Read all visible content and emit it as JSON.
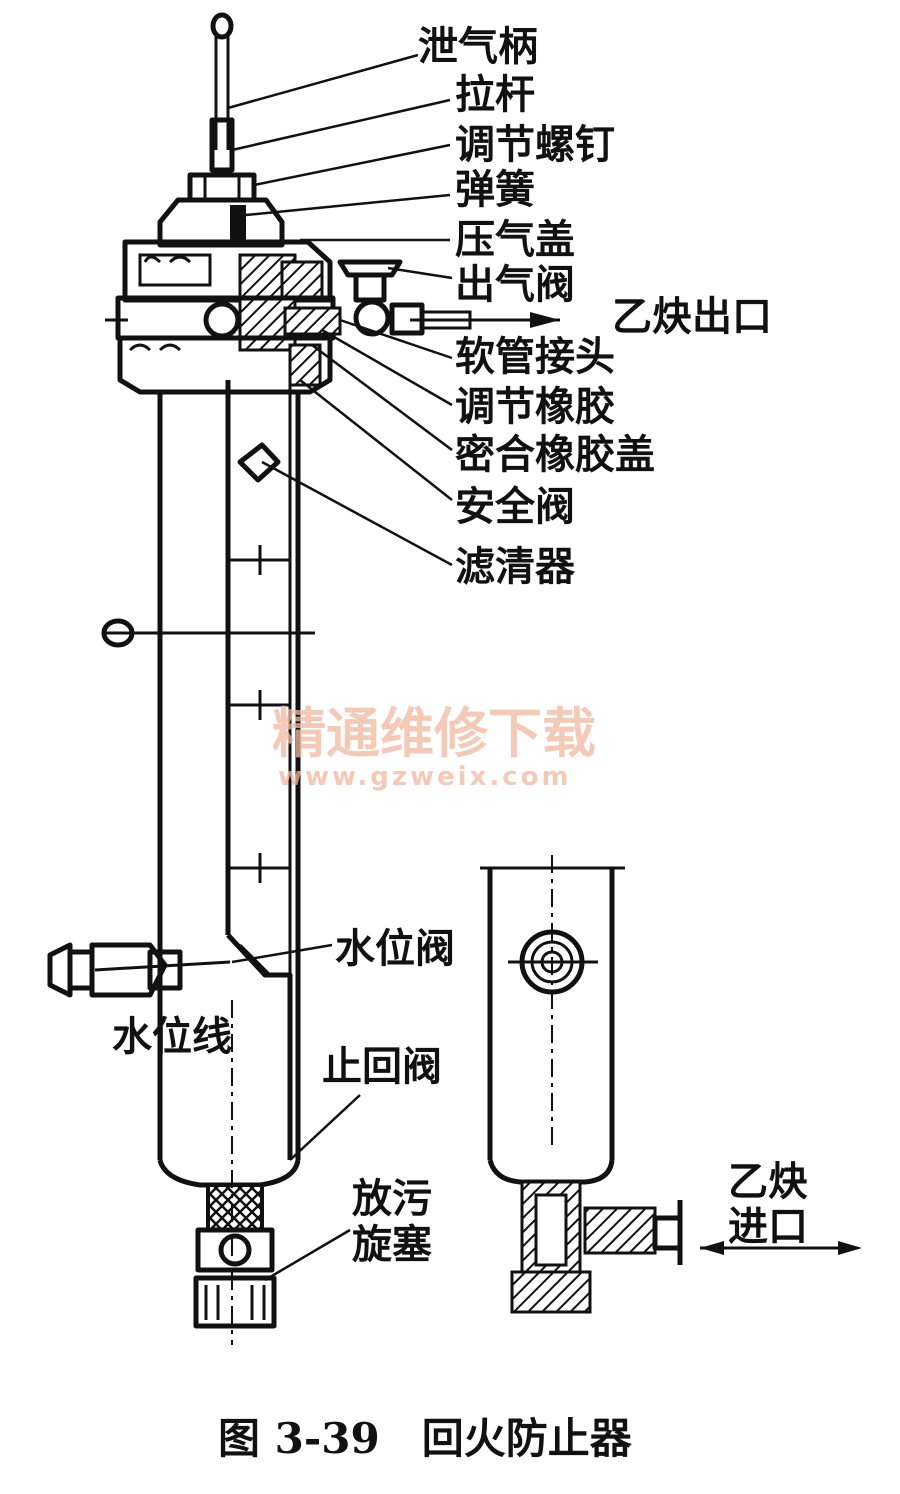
{
  "figure": {
    "caption": "图 3-39　回火防止器"
  },
  "labels": {
    "xieqibing": "泄气柄",
    "lagan": "拉杆",
    "tiaojieluoding": "调节螺钉",
    "tanhuang": "弹簧",
    "yaqigai": "压气盖",
    "chuqifa": "出气阀",
    "yiquechukou": "乙炔出口",
    "ruanguanjietou": "软管接头",
    "tiaojiexiangjiao": "调节橡胶",
    "mihexiangjiaogai": "密合橡胶盖",
    "anquanfa": "安全阀",
    "lvqingqi": "滤清器",
    "shuiweifa": "水位阀",
    "shuiweixian": "水位线",
    "zhihuifa": "止回阀",
    "fangwu": "放污",
    "xuansai": "旋塞",
    "yique": "乙炔",
    "jinkou": "进口"
  },
  "watermark": {
    "text": "精通维修下载",
    "url": "www.gzweix.com",
    "color": "#f0b9a0"
  }
}
